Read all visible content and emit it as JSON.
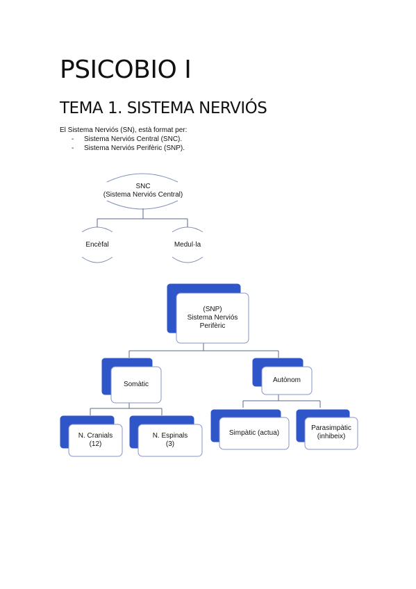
{
  "title": "PSICOBIO I",
  "subtitle": "TEMA 1. SISTEMA NERVIÓS",
  "intro": "El Sistema Nerviós (SN), està format per:",
  "bullets": [
    "Sistema Nerviós Central (SNC).",
    "Sistema Nerviós Perifèric (SNP)."
  ],
  "snc_diagram": {
    "root": [
      "SNC",
      "(Sistema Nerviós Central)"
    ],
    "left": "Encèfal",
    "right": "Medul·la"
  },
  "snp_diagram": {
    "root": [
      "(SNP)",
      "Sistema Nerviós",
      "Perifèric"
    ],
    "somatic": "Somàtic",
    "autonom": "Autònom",
    "cranials": [
      "N. Cranials",
      "(12)"
    ],
    "espinals": [
      "N. Espinals",
      "(3)"
    ],
    "simpatic": "Simpàtic (actua)",
    "parasimpatic": [
      "Parasimpàtic",
      "(inhibeix)"
    ]
  },
  "colors": {
    "accent": "#2f56c8",
    "box_border": "#8793c8",
    "line": "#5a6a8a",
    "arc": "#7f8fb6"
  }
}
